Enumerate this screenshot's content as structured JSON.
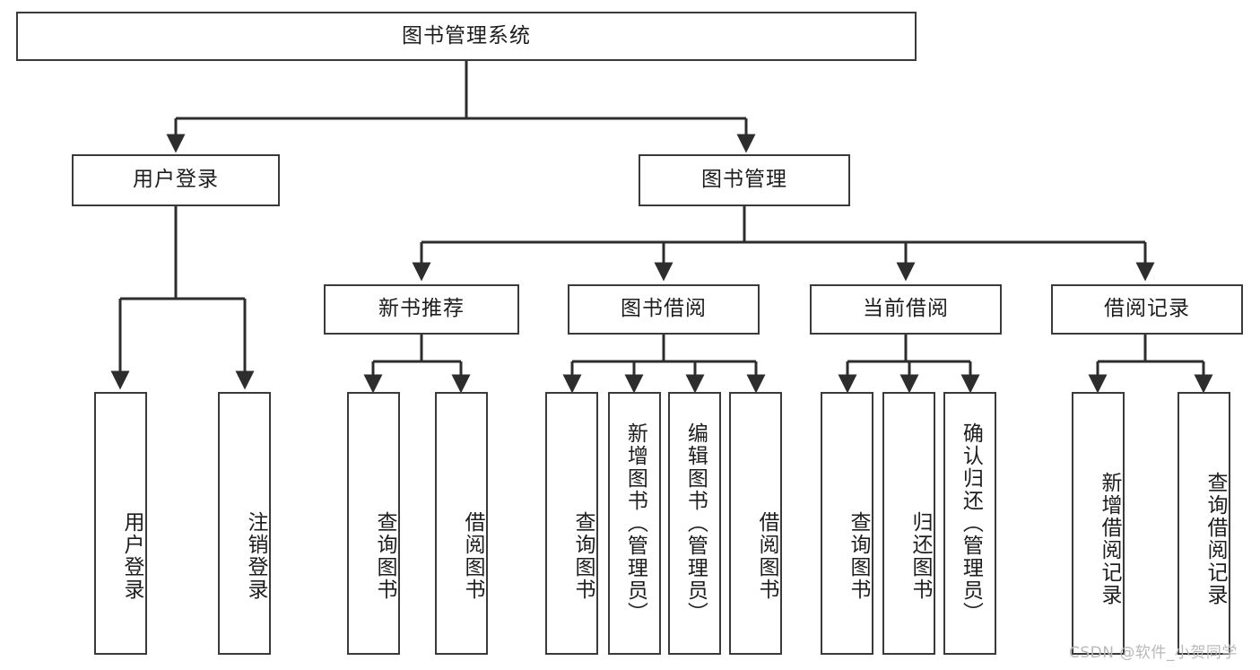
{
  "diagram": {
    "title": "图书管理系统",
    "type": "tree-hierarchy-diagram",
    "watermark": "CSDN @软件_小贺同学",
    "colors": {
      "background": "#ffffff",
      "border": "#3a3a3a",
      "line": "#2d2d2d",
      "text": "#1d1d1d",
      "watermark": "#b9b9b9"
    },
    "root": {
      "label": "图书管理系统"
    },
    "level2": [
      {
        "label": "用户登录"
      },
      {
        "label": "图书管理"
      }
    ],
    "level3": [
      {
        "label": "新书推荐"
      },
      {
        "label": "图书借阅"
      },
      {
        "label": "当前借阅"
      },
      {
        "label": "借阅记录"
      }
    ],
    "leaves": {
      "user_login": [
        {
          "label": "用户登录"
        },
        {
          "label": "注销登录"
        }
      ],
      "new_book": [
        {
          "label": "查询图书"
        },
        {
          "label": "借阅图书"
        }
      ],
      "book_borrow": [
        {
          "label": "查询图书"
        },
        {
          "label": "新增图书（管理员）"
        },
        {
          "label": "编辑图书（管理员）"
        },
        {
          "label": "借阅图书"
        }
      ],
      "current_borrow": [
        {
          "label": "查询图书"
        },
        {
          "label": "归还图书"
        },
        {
          "label": "确认归还（管理员）"
        }
      ],
      "borrow_record": [
        {
          "label": "新增借阅记录"
        },
        {
          "label": "查询借阅记录"
        }
      ]
    }
  }
}
